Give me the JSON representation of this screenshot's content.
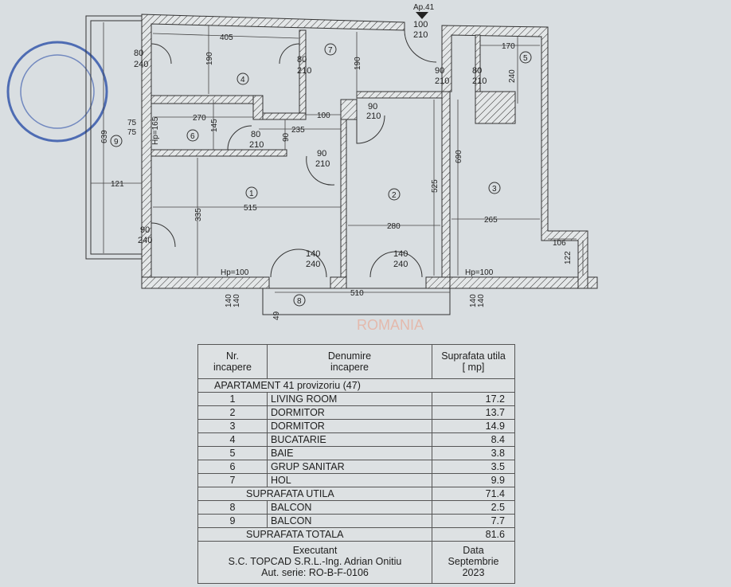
{
  "plan": {
    "apartment_label": "Ap.41",
    "rooms": [
      "1",
      "2",
      "3",
      "4",
      "5",
      "6",
      "7",
      "8",
      "9"
    ],
    "doors": {
      "entry": [
        "100",
        "210"
      ],
      "d_left_top": [
        "80",
        "240"
      ],
      "d_kitchen": [
        "80",
        "210"
      ],
      "d_hall_a": [
        "90",
        "210"
      ],
      "d_hall_b": [
        "80",
        "210"
      ],
      "d_room2": [
        "90",
        "210"
      ],
      "d_wc": [
        "80",
        "210"
      ],
      "d_living": [
        "90",
        "210"
      ],
      "d_left_bottom": [
        "90",
        "240"
      ],
      "bal_1": [
        "140",
        "240"
      ],
      "bal_2": [
        "140",
        "240"
      ],
      "win_left": [
        "75",
        "75"
      ],
      "win_b1": [
        "140",
        "140"
      ],
      "win_b2": [
        "140",
        "140"
      ]
    },
    "dims": {
      "d405": "405",
      "d190a": "190",
      "d190b": "190",
      "d170": "170",
      "d240": "240",
      "d270": "270",
      "d145": "145",
      "d100": "100",
      "d235": "235",
      "d90": "90",
      "d639": "639",
      "d121": "121",
      "d515": "515",
      "d335": "335",
      "d525": "525",
      "d690": "690",
      "d280": "280",
      "d265": "265",
      "d106": "106",
      "d122": "122",
      "d510": "510",
      "d49": "49"
    },
    "hp_165": "Hp=165",
    "hp_100a": "Hp=100",
    "hp_100b": "Hp=100",
    "watermark": "ROMANIA"
  },
  "table": {
    "headers": [
      "Nr.\nincapere",
      "Denumire\nincapere",
      "Suprafata utila\n[ mp]"
    ],
    "h1a": "Nr.",
    "h1b": "incapere",
    "h2a": "Denumire",
    "h2b": "incapere",
    "h3a": "Suprafata utila",
    "h3b": "[ mp]",
    "apartment": "APARTAMENT 41 provizoriu (47)",
    "rooms": [
      {
        "nr": "1",
        "name": "LIVING ROOM",
        "area": "17.2"
      },
      {
        "nr": "2",
        "name": "DORMITOR",
        "area": "13.7"
      },
      {
        "nr": "3",
        "name": "DORMITOR",
        "area": "14.9"
      },
      {
        "nr": "4",
        "name": "BUCATARIE",
        "area": "8.4"
      },
      {
        "nr": "5",
        "name": "BAIE",
        "area": "3.8"
      },
      {
        "nr": "6",
        "name": "GRUP SANITAR",
        "area": "3.5"
      },
      {
        "nr": "7",
        "name": "HOL",
        "area": "9.9"
      }
    ],
    "subtotal_label": "SUPRAFATA UTILA",
    "subtotal": "71.4",
    "balconies": [
      {
        "nr": "8",
        "name": "BALCON",
        "area": "2.5"
      },
      {
        "nr": "9",
        "name": "BALCON",
        "area": "7.7"
      }
    ],
    "total_label": "SUPRAFATA TOTALA",
    "total": "81.6",
    "executant_label": "Executant",
    "executant": "S.C. TOPCAD S.R.L.-Ing. Adrian Onitiu",
    "authorization": "Aut. serie: RO-B-F-0106",
    "date_label": "Data",
    "date": "Septembrie 2023"
  },
  "colors": {
    "paper": "#d9dee1",
    "stamp": "#2b4fa8",
    "watermark": "#e7b0a0"
  }
}
